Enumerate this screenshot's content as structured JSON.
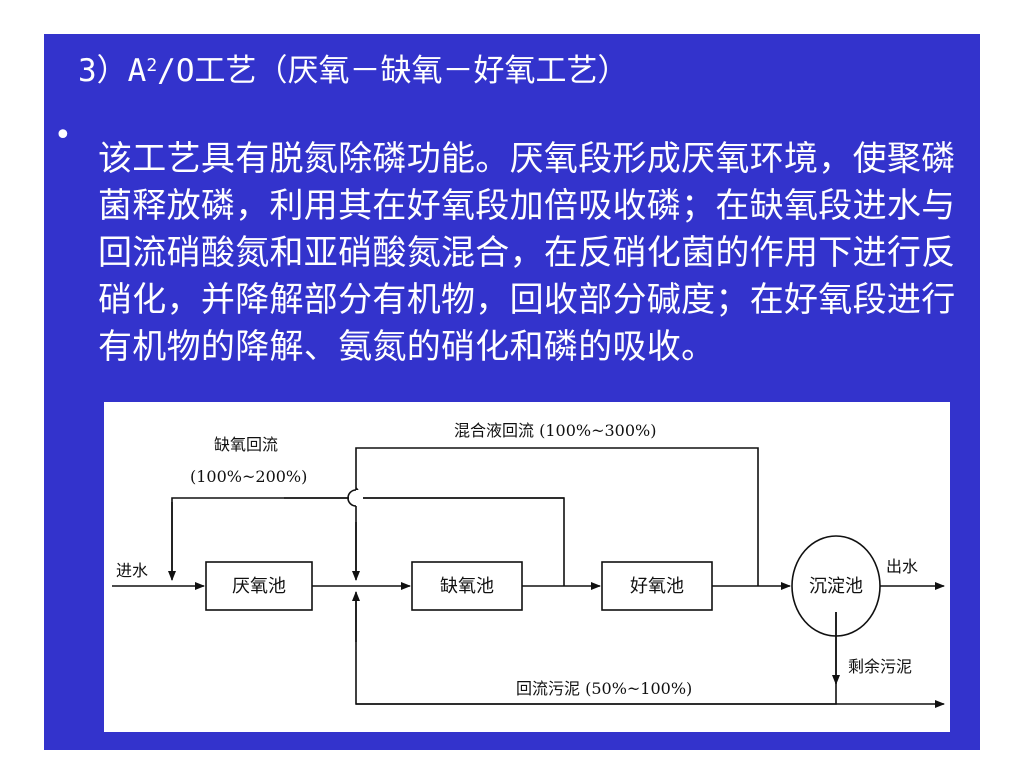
{
  "slide": {
    "title_prefix": "3）A",
    "title_sup": "2",
    "title_suffix": "/O工艺（厌氧－缺氧－好氧工艺）",
    "bullet": "•",
    "body": "该工艺具有脱氮除磷功能。厌氧段形成厌氧环境，使聚磷菌释放磷，利用其在好氧段加倍吸收磷；在缺氧段进水与回流硝酸氮和亚硝酸氮混合，在反硝化菌的作用下进行反硝化，并降解部分有机物，回收部分碱度；在好氧段进行有机物的降解、氨氮的硝化和磷的吸收。"
  },
  "diagram": {
    "nodes": {
      "anaerobic": "厌氧池",
      "anoxic": "缺氧池",
      "aerobic": "好氧池",
      "clarifier": "沉淀池"
    },
    "labels": {
      "influent": "进水",
      "effluent": "出水",
      "anoxic_return": "缺氧回流",
      "anoxic_return_ratio": "(100%~200%)",
      "mixed_liquor_return": "混合液回流 (100%~300%)",
      "sludge_return": "回流污泥 (50%~100%)",
      "excess_sludge": "剩余污泥"
    },
    "colors": {
      "background": "#3333cc",
      "text": "#ffffff"
    }
  }
}
